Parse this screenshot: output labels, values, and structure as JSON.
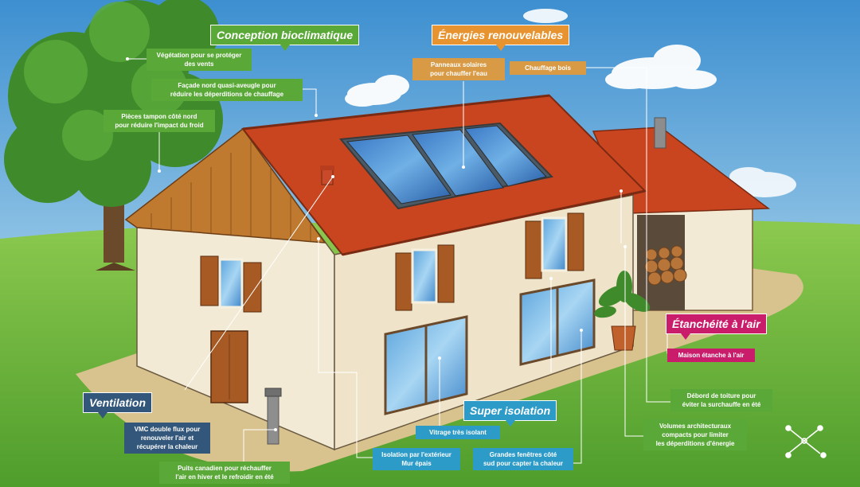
{
  "colors": {
    "green": "#5aa938",
    "orange": "#e79430",
    "blue": "#2d9bc8",
    "navy": "#33577b",
    "magenta": "#c91d6c",
    "roof": "#c8451f",
    "wall": "#f2ead4",
    "shutter": "#a75a24",
    "sky": "#9ccbe8",
    "grass": "#6bbd3d"
  },
  "sections": {
    "conception": {
      "title": "Conception bioclimatique",
      "items": [
        {
          "lines": [
            "Végétation pour se protéger",
            "des vents"
          ]
        },
        {
          "lines": [
            "Façade nord quasi-aveugle pour",
            "réduire les déperditions de chauffage"
          ]
        },
        {
          "lines": [
            "Pièces tampon côté nord",
            "pour réduire l'impact du froid"
          ]
        }
      ]
    },
    "energies": {
      "title": "Énergies renouvelables",
      "items": [
        {
          "lines": [
            "Panneaux solaires",
            "pour chauffer l'eau"
          ]
        },
        {
          "lines": [
            "Chauffage bois"
          ]
        }
      ]
    },
    "etancheite": {
      "title": "Étanchéité à l'air",
      "items": [
        {
          "lines": [
            "Maison étanche à l'air"
          ]
        }
      ]
    },
    "ventilation": {
      "title": "Ventilation",
      "items": [
        {
          "lines": [
            "VMC double flux pour",
            "renouveler l'air et",
            "récupérer la chaleur"
          ]
        },
        {
          "lines": [
            "Puits canadien pour réchauffer",
            "l'air en hiver et le refroidir en été"
          ]
        }
      ]
    },
    "isolation": {
      "title": "Super isolation",
      "items": [
        {
          "lines": [
            "Vitrage très isolant"
          ]
        },
        {
          "lines": [
            "Isolation par l'extérieur",
            "Mur épais"
          ]
        },
        {
          "lines": [
            "Grandes fenêtres côté",
            "sud pour capter la chaleur"
          ]
        },
        {
          "lines": [
            "Débord de toiture pour",
            "éviter la surchauffe en été"
          ]
        },
        {
          "lines": [
            "Volumes architecturaux",
            "compacts pour limiter",
            "les déperditions d'énergie"
          ]
        }
      ]
    }
  },
  "icons": {
    "compass": "compass-rose-icon"
  }
}
